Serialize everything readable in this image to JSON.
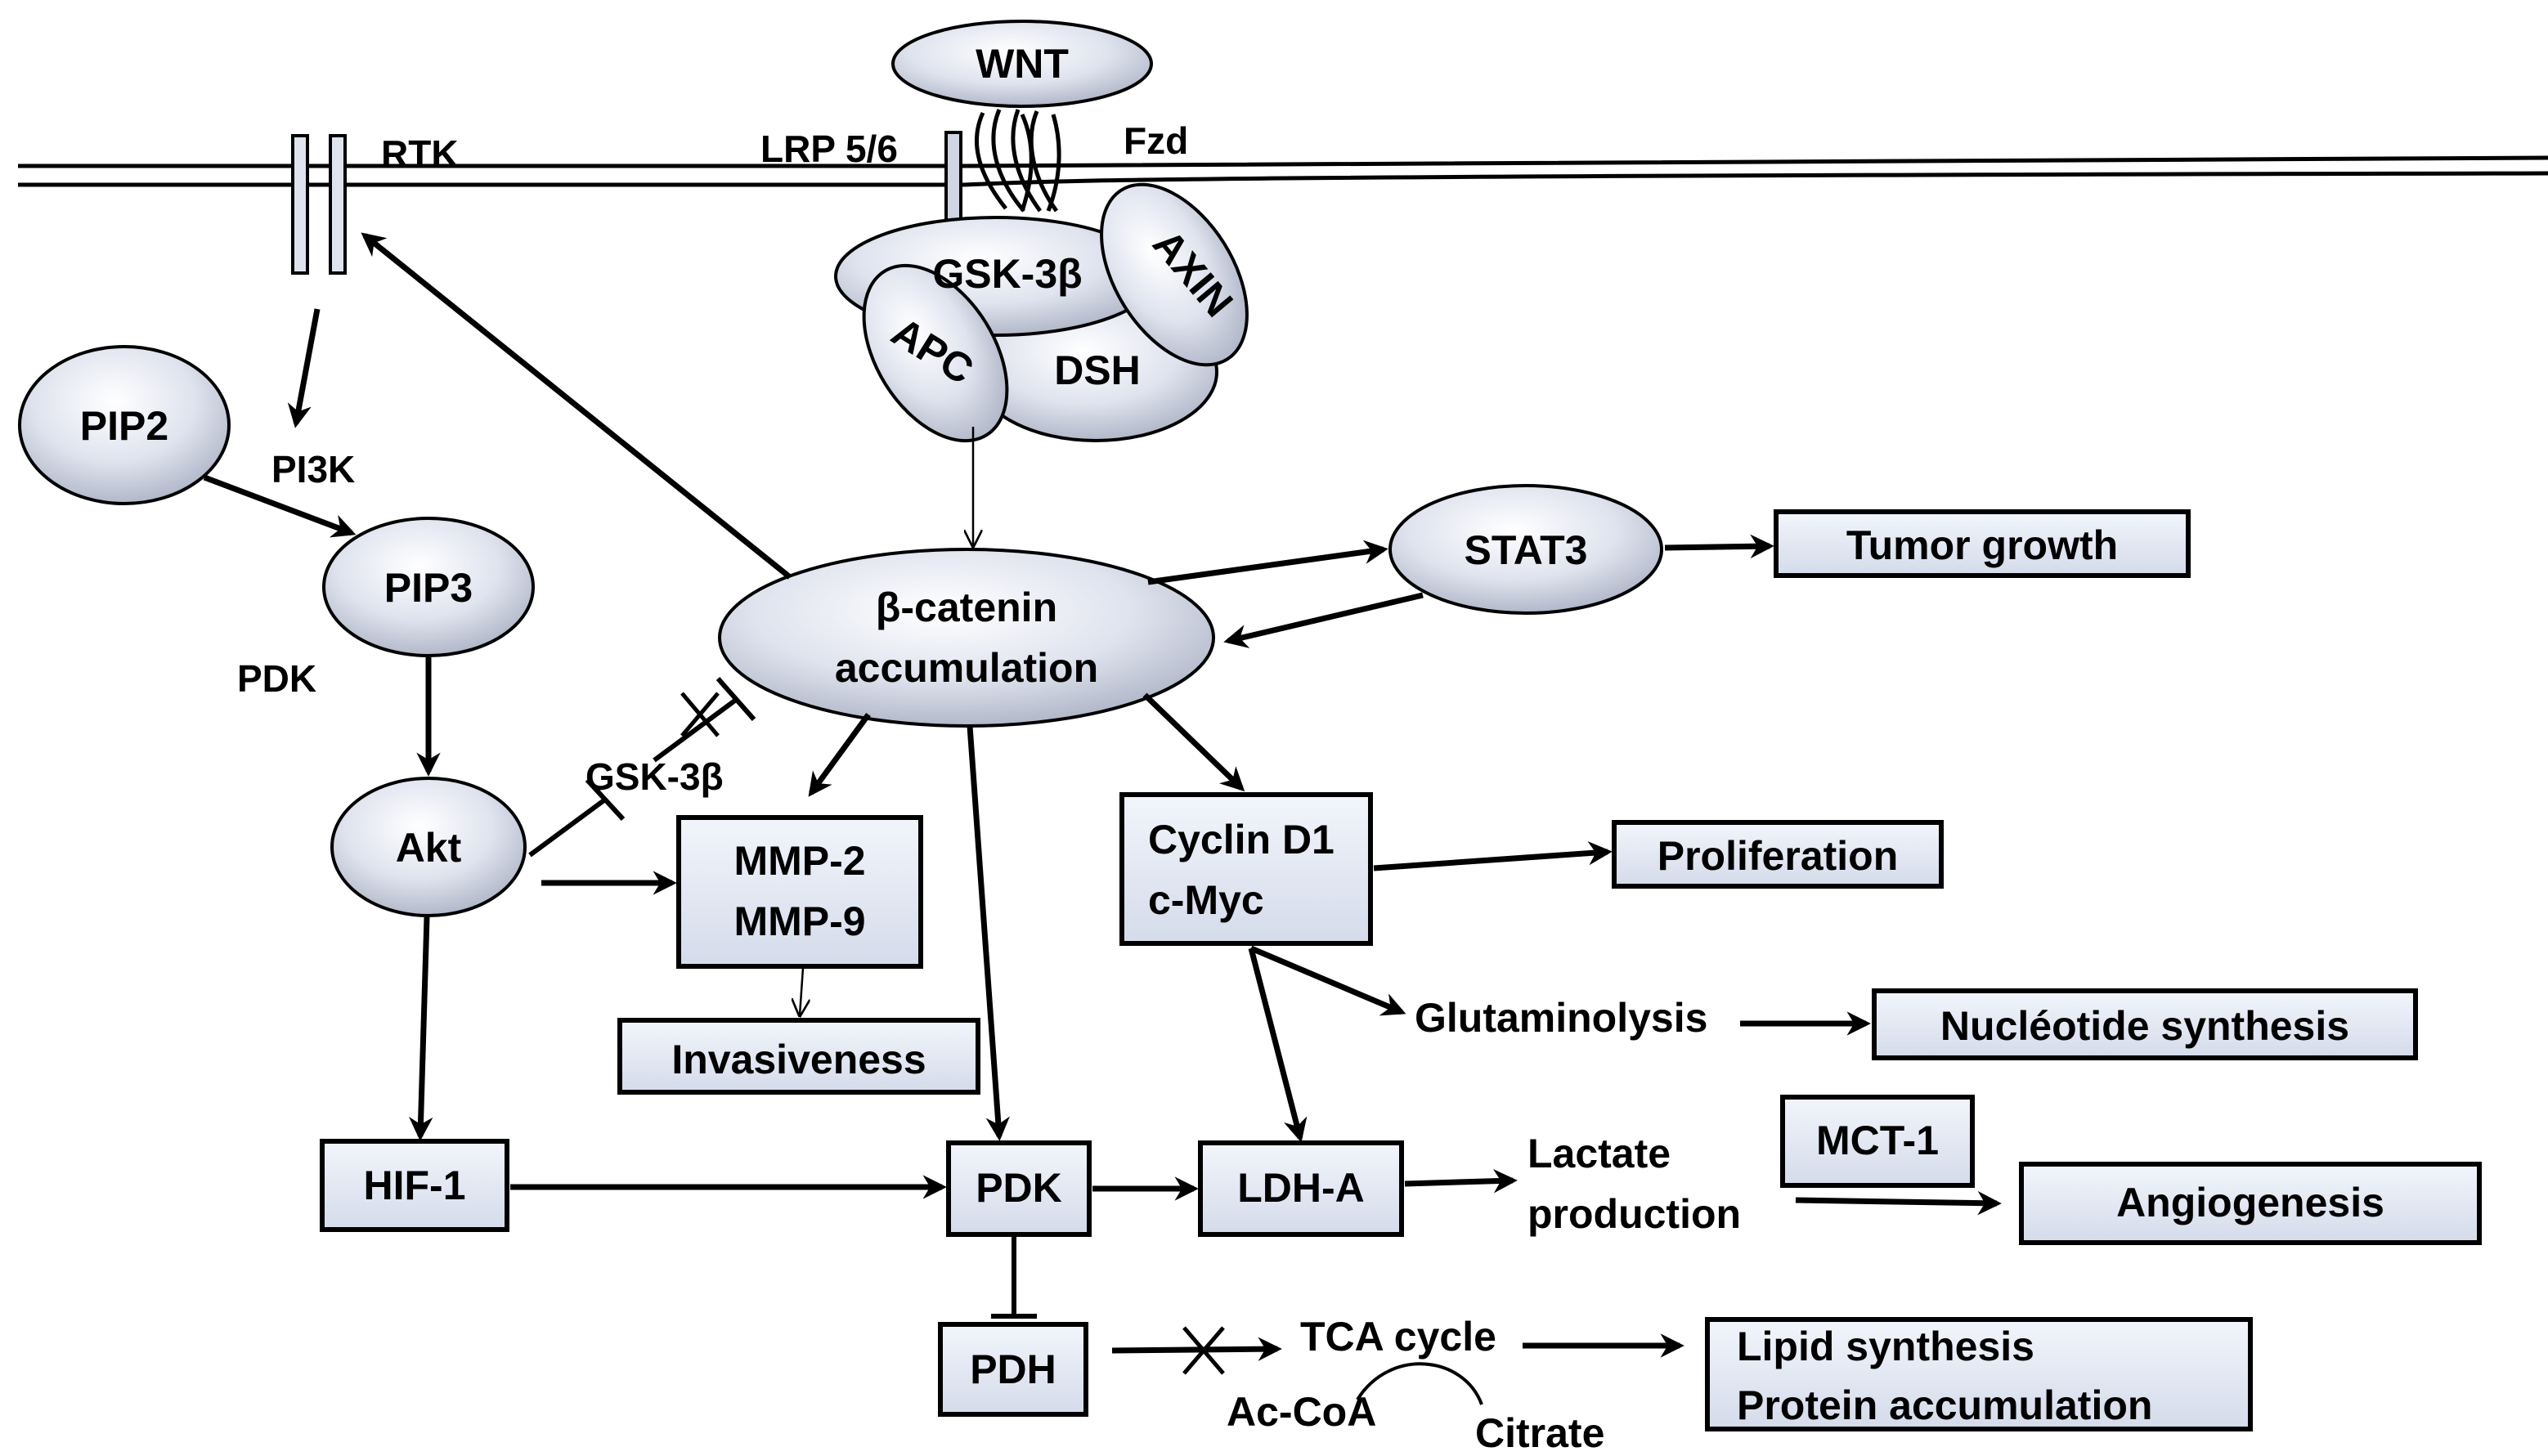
{
  "membrane": {
    "wnt": "WNT",
    "lrp": "LRP 5/6",
    "fzd": "Fzd",
    "rtk": "RTK",
    "gsk3b_complex": "GSK-3β",
    "axin": "AXIN",
    "apc": "APC",
    "dsh": "DSH"
  },
  "pi3k_pathway": {
    "pip2": "PIP2",
    "pi3k": "PI3K",
    "pip3": "PIP3",
    "pdk_label": "PDK",
    "akt": "Akt",
    "gsk3b_label": "GSK-3β",
    "hif1": "HIF-1"
  },
  "core": {
    "beta_catenin_line1": "β-catenin",
    "beta_catenin_line2": "accumulation",
    "stat3": "STAT3",
    "tumor_growth": "Tumor growth"
  },
  "targets": {
    "mmp2": "MMP-2",
    "mmp9": "MMP-9",
    "invasiveness": "Invasiveness",
    "cyclin_d1": "Cyclin D1",
    "c_myc": "c-Myc",
    "proliferation": "Proliferation",
    "glutaminolysis": "Glutaminolysis",
    "nucleotide_synthesis": "Nucléotide synthesis"
  },
  "metabolism": {
    "pdk": "PDK",
    "ldha": "LDH-A",
    "lactate_line1": "Lactate",
    "lactate_line2": "production",
    "mct1": "MCT-1",
    "angiogenesis": "Angiogenesis",
    "pdh": "PDH",
    "tca_cycle": "TCA cycle",
    "ac_coa": "Ac-CoA",
    "citrate": "Citrate",
    "lipid_synthesis": "Lipid synthesis",
    "protein_accumulation": "Protein accumulation"
  }
}
